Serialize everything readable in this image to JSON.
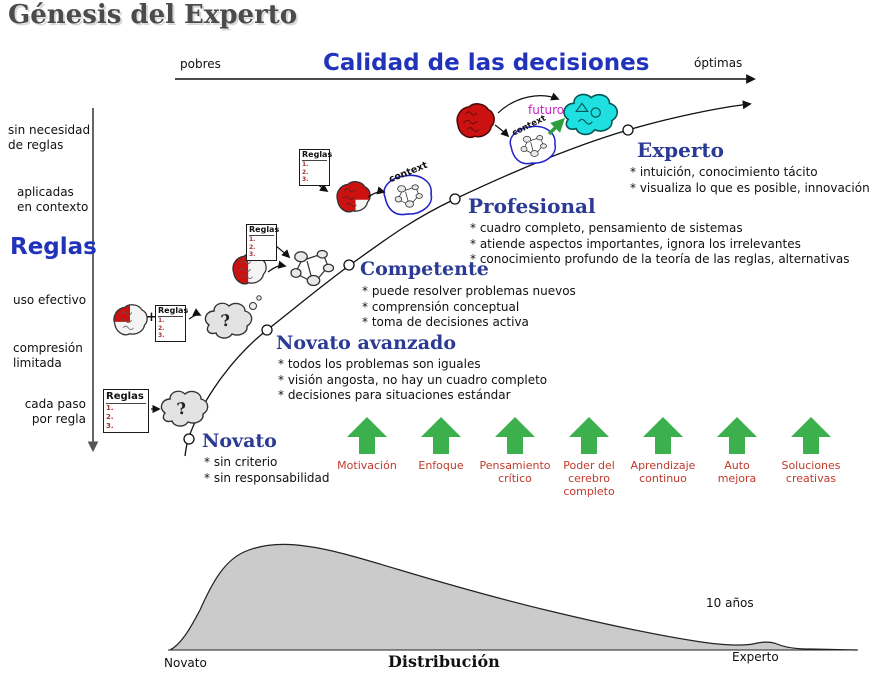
{
  "title": "Génesis del Experto",
  "top_axis": {
    "left_label": "pobres",
    "center_label": "Calidad de las decisiones",
    "right_label": "óptimas"
  },
  "rules_axis": {
    "title": "Reglas",
    "levels": [
      "sin necesidad\nde reglas",
      "aplicadas\nen contexto",
      "uso efectivo",
      "compresión\nlimitada",
      "cada paso\npor regla"
    ]
  },
  "rules_box": {
    "title": "Reglas",
    "items": [
      "1.",
      "2.",
      "3."
    ]
  },
  "icon_labels": {
    "question": "?",
    "plus": "+",
    "context": "context",
    "futuro": "futuro"
  },
  "stages": [
    {
      "name": "Novato",
      "bullets": [
        "* sin criterio",
        "* sin responsabilidad"
      ]
    },
    {
      "name": "Novato avanzado",
      "bullets": [
        "* todos los problemas son iguales",
        "* visión angosta, no hay un cuadro completo",
        "* decisiones para situaciones estándar"
      ]
    },
    {
      "name": "Competente",
      "bullets": [
        "* puede resolver problemas nuevos",
        "* comprensión conceptual",
        "* toma de decisiones activa"
      ]
    },
    {
      "name": "Profesional",
      "bullets": [
        "* cuadro completo, pensamiento de sistemas",
        "* atiende aspectos importantes, ignora los irrelevantes",
        "* conocimiento profundo de la teoría de las reglas, alternativas"
      ]
    },
    {
      "name": "Experto",
      "bullets": [
        "* intuición, conocimiento tácito",
        "* visualiza lo que es posible, innovación"
      ]
    }
  ],
  "boosters": {
    "labels": [
      "Motivación",
      "Enfoque",
      "Pensamiento\ncrítico",
      "Poder del\ncerebro\ncompleto",
      "Aprendizaje\ncontinuo",
      "Auto\nmejora",
      "Soluciones\ncreativas"
    ]
  },
  "distribution": {
    "left_label": "Novato",
    "axis_label": "Distribución",
    "right_label": "Experto",
    "annotation": "10 años"
  },
  "colors": {
    "heading_blue": "#2b3a94",
    "axis_blue": "#2233bb",
    "arrow_green": "#3cb04c",
    "booster_red": "#c0392b",
    "brain_red": "#cc1111",
    "future_cyan": "#1ee0e0",
    "futuro_magenta": "#cc22cc",
    "distribution_fill": "#cbcbcb"
  }
}
